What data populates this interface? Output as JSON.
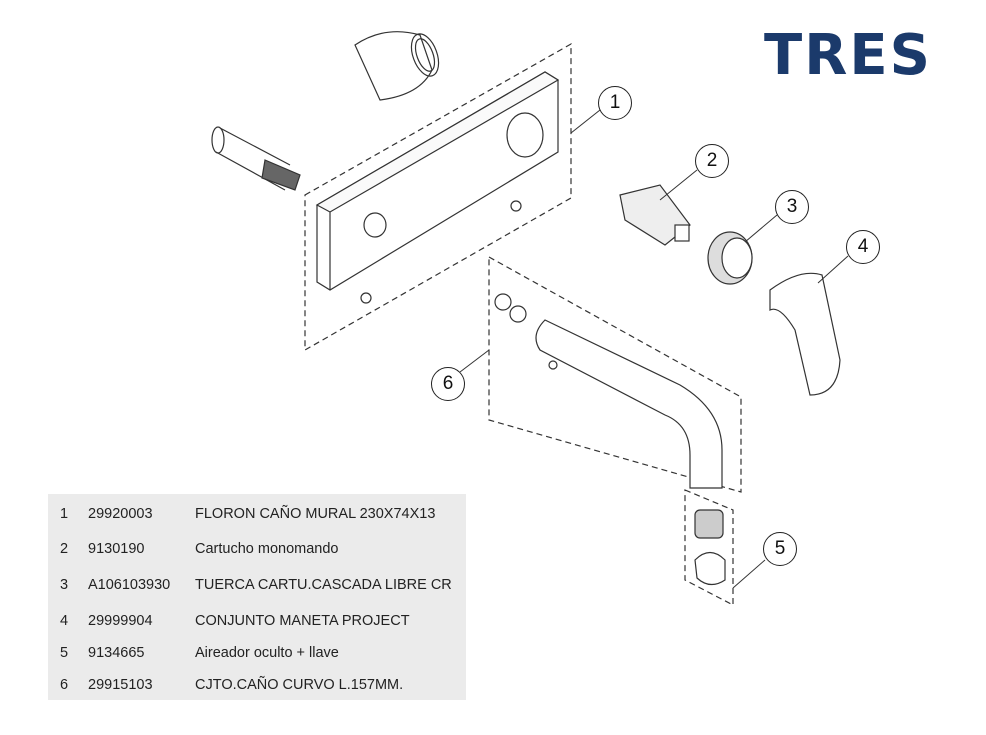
{
  "brand": {
    "logo_text": "TRES",
    "color": "#1b3a6b"
  },
  "callouts": [
    "1",
    "2",
    "3",
    "4",
    "5",
    "6"
  ],
  "parts_list": [
    {
      "num": "1",
      "code": "29920003",
      "description": "FLORON CAÑO MURAL 230X74X13"
    },
    {
      "num": "2",
      "code": "9130190",
      "description": "Cartucho monomando"
    },
    {
      "num": "3",
      "code": "A106103930",
      "description": "TUERCA CARTU.CASCADA LIBRE CR"
    },
    {
      "num": "4",
      "code": "29999904",
      "description": "CONJUNTO MANETA PROJECT"
    },
    {
      "num": "5",
      "code": "9134665",
      "description": "Aireador oculto + llave"
    },
    {
      "num": "6",
      "code": "29915103",
      "description": "CJTO.CAÑO CURVO L.157MM."
    }
  ]
}
